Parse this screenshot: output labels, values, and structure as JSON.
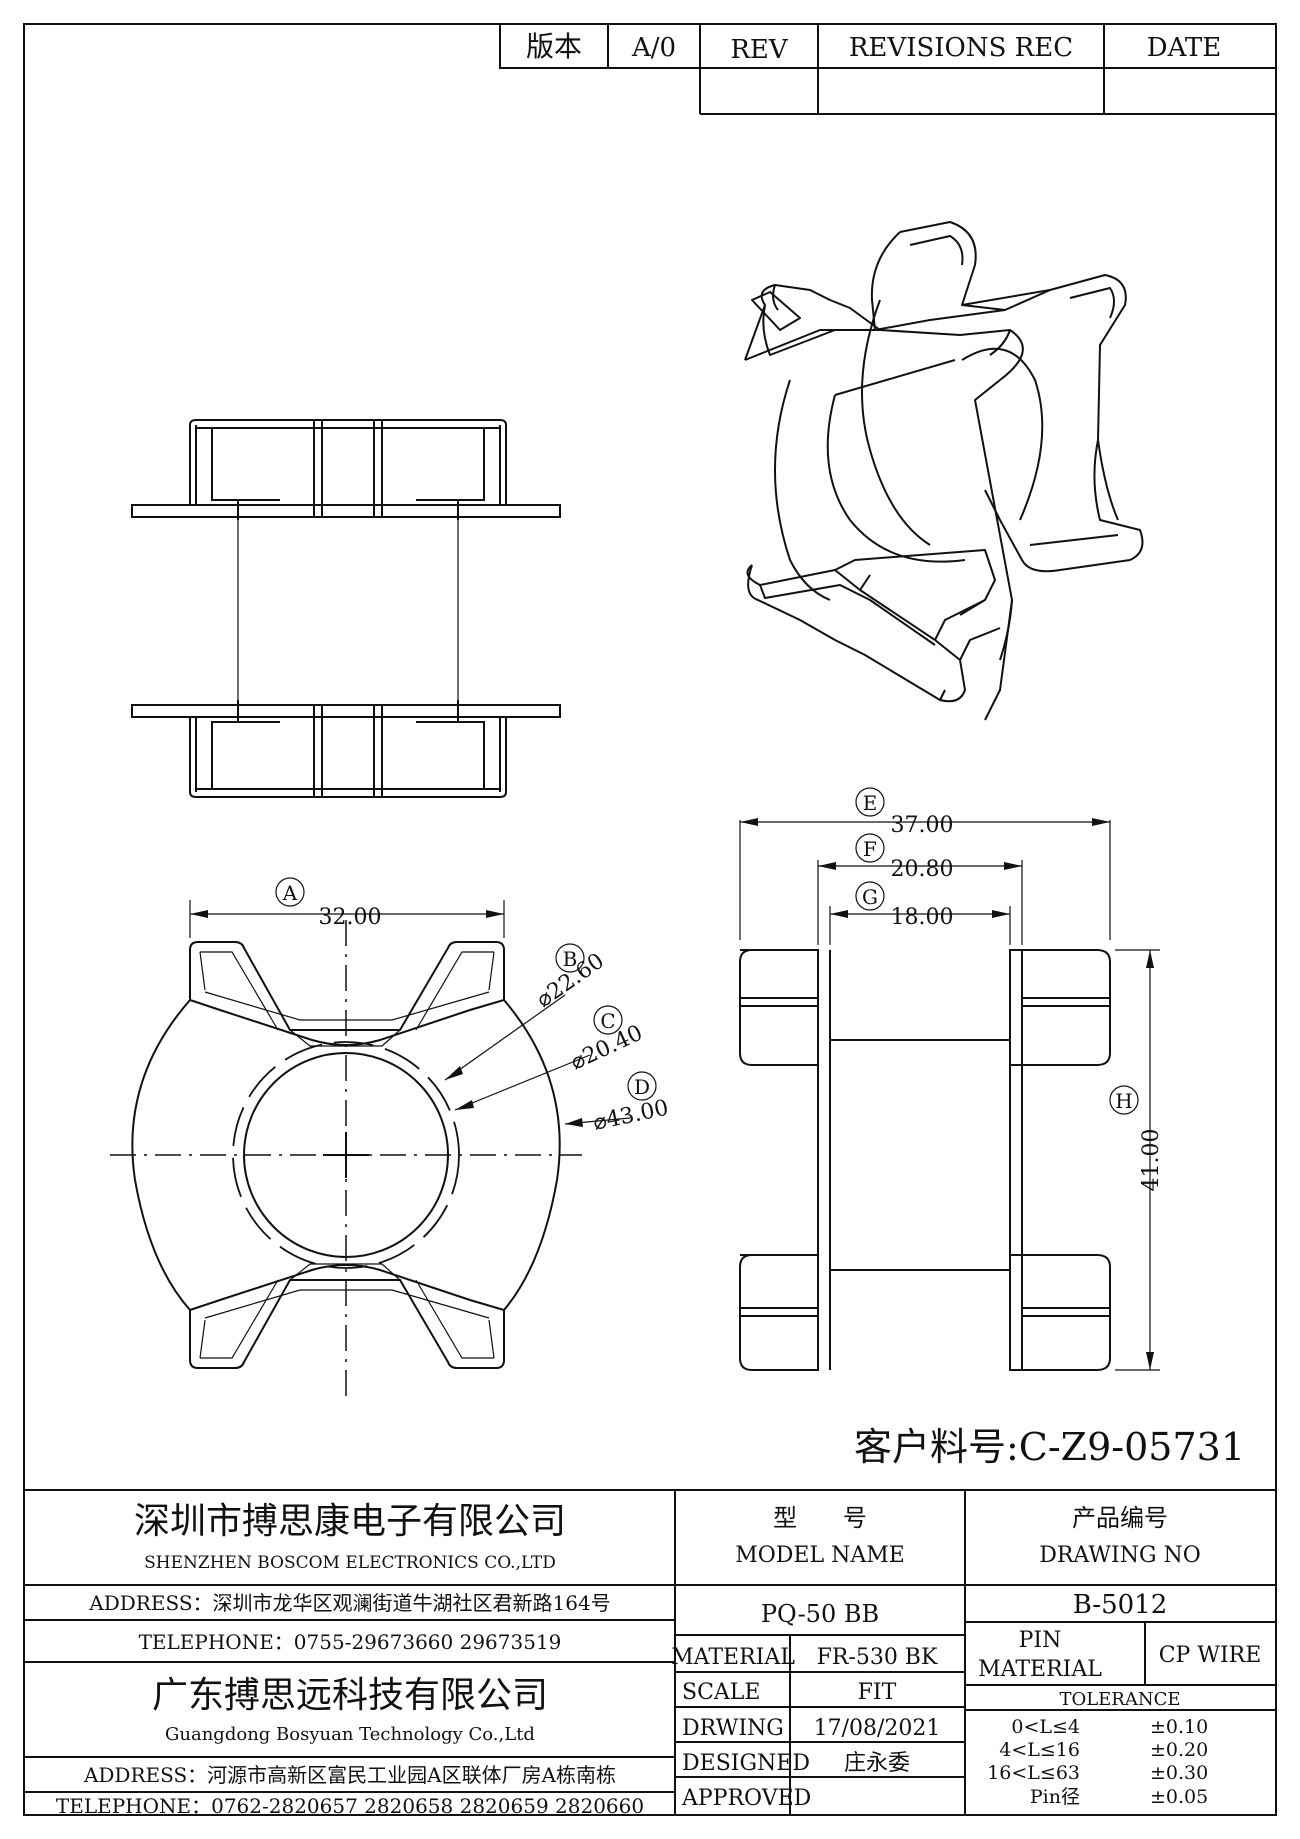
{
  "revision_block": {
    "version_label": "版本",
    "version_value": "A/0",
    "rev_header": "REV",
    "revisions_header": "REVISIONS REC",
    "date_header": "DATE"
  },
  "dimensions": {
    "A": {
      "circle": "A",
      "value": "32.00"
    },
    "B": {
      "circle": "B",
      "value": "⌀22.60"
    },
    "C": {
      "circle": "C",
      "value": "⌀20.40"
    },
    "D": {
      "circle": "D",
      "value": "⌀43.00"
    },
    "E": {
      "circle": "E",
      "value": "37.00"
    },
    "F": {
      "circle": "F",
      "value": "20.80"
    },
    "G": {
      "circle": "G",
      "value": "18.00"
    },
    "H": {
      "circle": "H",
      "value": "41.00"
    }
  },
  "customer_part": "客户料号:C-Z9-05731",
  "title_block": {
    "company_cn": "深圳市搏思康电子有限公司",
    "company_en": "SHENZHEN BOSCOM ELECTRONICS CO.,LTD",
    "address1": "ADDRESS：深圳市龙华区观澜街道牛湖社区君新路164号",
    "telephone1": "TELEPHONE：0755-29673660 29673519",
    "company2_cn": "广东搏思远科技有限公司",
    "company2_en": "Guangdong Bosyuan Technology Co.,Ltd",
    "address2": "ADDRESS：河源市高新区富民工业园A区联体厂房A栋南栋",
    "telephone2": "TELEPHONE：0762-2820657 2820658 2820659 2820660",
    "model_label_cn": "型      号",
    "model_label_en": "MODEL NAME",
    "model_value": "PQ-50 BB",
    "drawing_label_cn": "产品编号",
    "drawing_label_en": "DRAWING NO",
    "drawing_value": "B-5012",
    "material_label": "MATERIAL",
    "material_value": "FR-530 BK",
    "scale_label": "SCALE",
    "scale_value": "FIT",
    "drawing_label": "DRWING",
    "drawing_date": "17/08/2021",
    "designed_label": "DESIGNED",
    "designed_value": "庄永委",
    "approved_label": "APPROVED",
    "approved_value": "",
    "pin_label_1": "PIN",
    "pin_label_2": "MATERIAL",
    "pin_value": "CP WIRE",
    "tolerance_label": "TOLERANCE",
    "tolerances": [
      {
        "range": "0<L≤4",
        "value": "±0.10"
      },
      {
        "range": "4<L≤16",
        "value": "±0.20"
      },
      {
        "range": "16<L≤63",
        "value": "±0.30"
      },
      {
        "range": "Pin径",
        "value": "±0.05"
      }
    ]
  }
}
